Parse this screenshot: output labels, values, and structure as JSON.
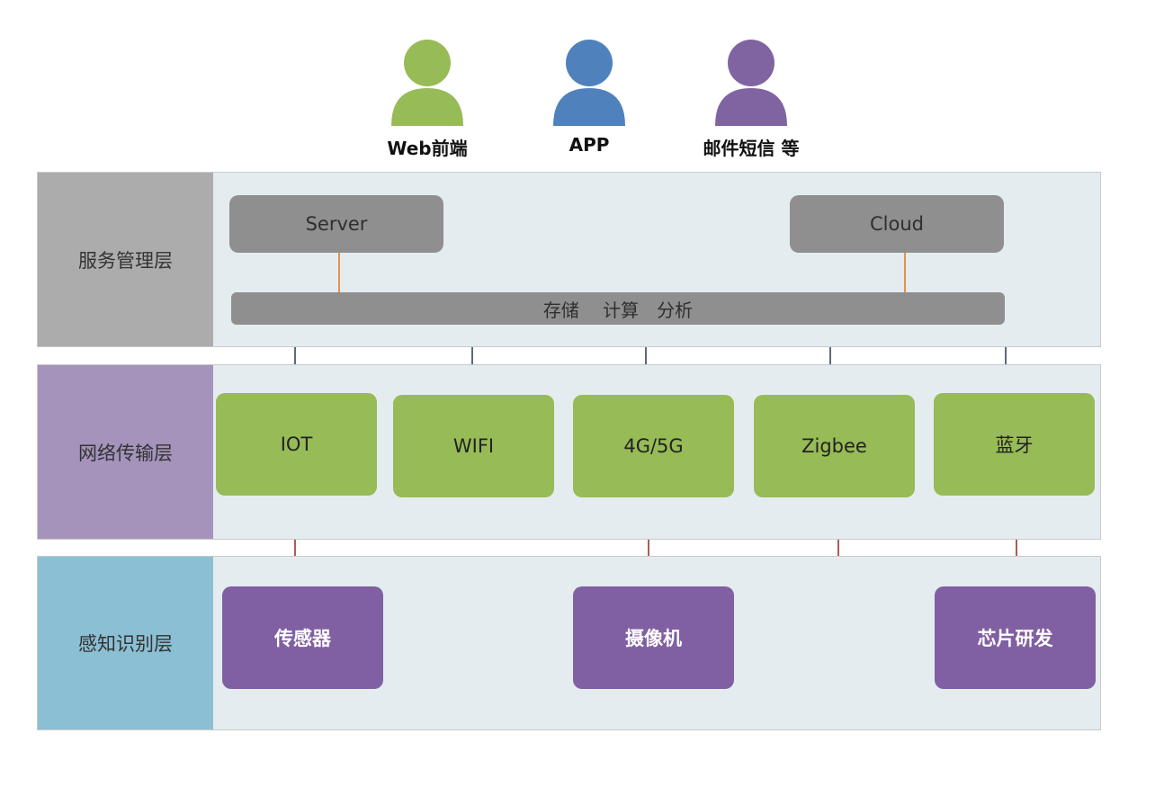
{
  "users": [
    {
      "label": "Web前端",
      "color": "#97bb56"
    },
    {
      "label": "APP",
      "color": "#4f81bd"
    },
    {
      "label": "邮件短信 等",
      "color": "#8064a2"
    }
  ],
  "layers": {
    "service": {
      "title": "服务管理层",
      "title_bg": "#acacac",
      "server": "Server",
      "cloud": "Cloud",
      "storage_bar": "存储　 计算　分析"
    },
    "network": {
      "title": "网络传输层",
      "title_bg": "#a593bc",
      "items": [
        "IOT",
        "WIFI",
        "4G/5G",
        "Zigbee",
        "蓝牙"
      ]
    },
    "perception": {
      "title": "感知识别层",
      "title_bg": "#8bbfd3",
      "items": [
        "传感器",
        "摄像机",
        "芯片研发"
      ]
    }
  }
}
